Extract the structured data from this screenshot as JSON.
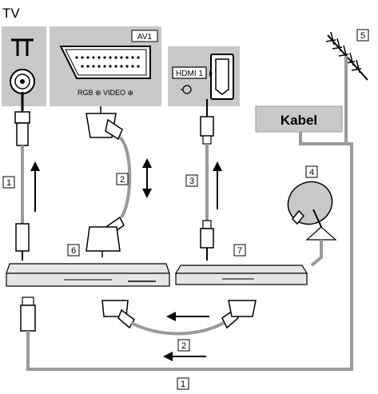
{
  "title": "TV",
  "panels": {
    "antenna_symbol": "antenna-icon",
    "av_label": "AV1",
    "scart_port_caption": "RGB ⊕ VIDEO ⊕",
    "hdmi_label": "HDMI 1"
  },
  "kabel_label": "Kabel",
  "callouts": {
    "rf_cable_top": "1",
    "scart_cable_top": "2",
    "hdmi_cable": "3",
    "satellite_dish": "4",
    "antenna": "5",
    "recorder": "6",
    "settop_box": "7",
    "scart_cable_bottom": "2",
    "rf_cable_bottom": "1"
  },
  "colors": {
    "panel_gray": "#c8c8c8",
    "cable_gray": "#9a9a9a",
    "line_black": "#000000",
    "device_gray": "#e6e6e6"
  }
}
